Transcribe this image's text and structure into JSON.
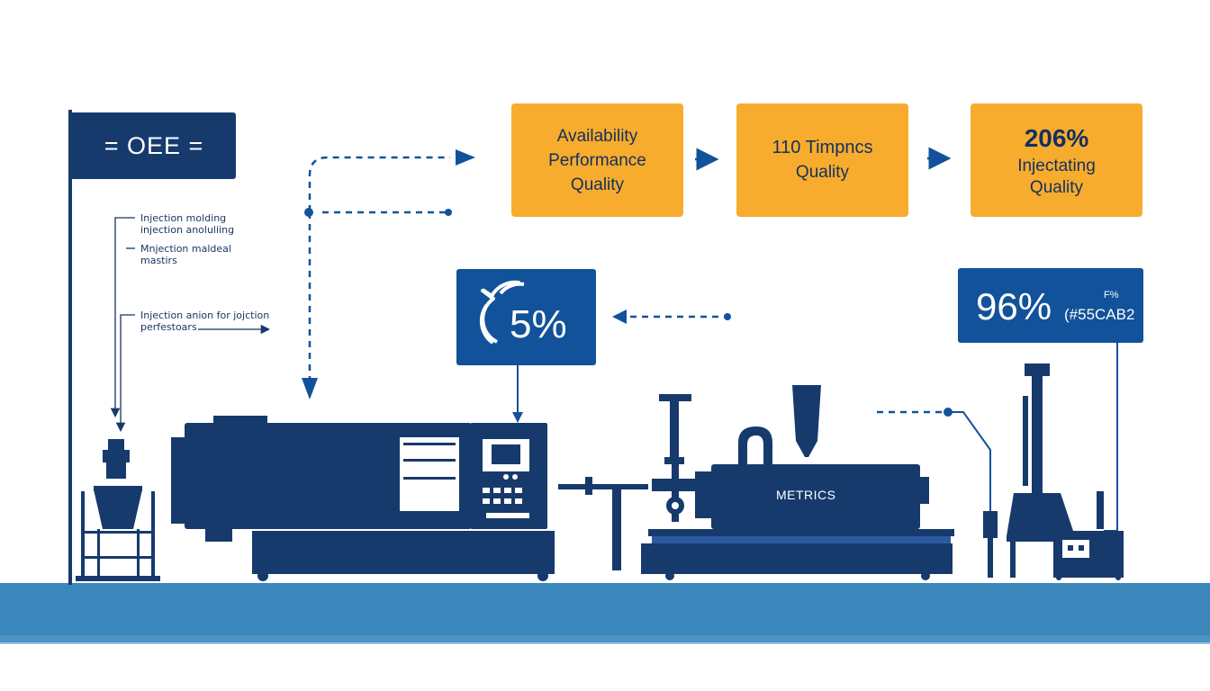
{
  "oee_flag": {
    "label": "= OEE ="
  },
  "notes": [
    {
      "line1": "Injection molding",
      "line2": "injection anoluliing"
    },
    {
      "line1": "Mnjection maldeal",
      "line2": "mastirs"
    },
    {
      "line1": "Injection anion for jojction",
      "line2": "perfestoars"
    }
  ],
  "metric_boxes": [
    {
      "lines": [
        "Availability",
        "Performance",
        "Quality"
      ]
    },
    {
      "lines": [
        "110 Timpncs",
        "Quality"
      ]
    },
    {
      "headline": "206%",
      "lines": [
        "Injectating",
        "Quality"
      ]
    }
  ],
  "gauge_box": {
    "value": "5%"
  },
  "percent_box": {
    "value": "96%",
    "small_top": "F%",
    "code": "(#55CAB2"
  },
  "machine_label": "METRICS",
  "colors": {
    "navy": "#173a6d",
    "blue": "#12529a",
    "orange": "#f7ac2e",
    "floor": "#3b87bb"
  },
  "icons": [
    "flag-icon",
    "gauge-icon",
    "arrow-right-icon",
    "injection-molding-machine-icon",
    "hopper-icon",
    "extruder-icon",
    "control-panel-icon"
  ]
}
